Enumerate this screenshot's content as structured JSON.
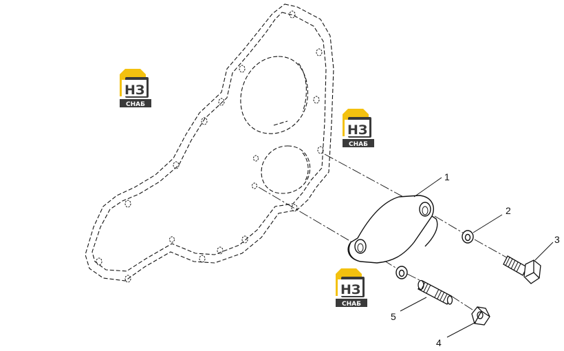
{
  "colors": {
    "line": "#111111",
    "logo_yellow": "#f3c10f",
    "logo_dark": "#3a3a3a",
    "logo_text_light": "#ffffff"
  },
  "callouts": [
    {
      "number": "1"
    },
    {
      "number": "2"
    },
    {
      "number": "3"
    },
    {
      "number": "4"
    },
    {
      "number": "5"
    }
  ],
  "watermark": {
    "letters": "НЗ",
    "word": "СНАБ"
  }
}
